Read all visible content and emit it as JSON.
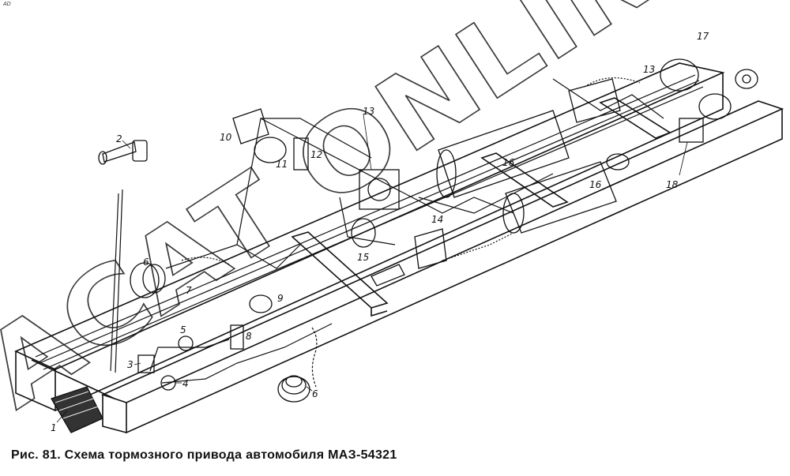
{
  "corner_mark": "AD",
  "caption": "Рис. 81. Схема тормозного привода автомобиля МАЗ-54321",
  "watermark": "ACAT ONLINE",
  "callouts": [
    {
      "id": "c1",
      "text": "1"
    },
    {
      "id": "c2",
      "text": "2"
    },
    {
      "id": "c3",
      "text": "3"
    },
    {
      "id": "c4",
      "text": "4"
    },
    {
      "id": "c5",
      "text": "5"
    },
    {
      "id": "c6a",
      "text": "6"
    },
    {
      "id": "c6b",
      "text": "6"
    },
    {
      "id": "c7",
      "text": "7"
    },
    {
      "id": "c8",
      "text": "8"
    },
    {
      "id": "c9",
      "text": "9"
    },
    {
      "id": "c10",
      "text": "10"
    },
    {
      "id": "c11",
      "text": "11"
    },
    {
      "id": "c12",
      "text": "12"
    },
    {
      "id": "c13a",
      "text": "13"
    },
    {
      "id": "c13b",
      "text": "13"
    },
    {
      "id": "c14",
      "text": "14"
    },
    {
      "id": "c15",
      "text": "15"
    },
    {
      "id": "c16a",
      "text": "16"
    },
    {
      "id": "c16b",
      "text": "16"
    },
    {
      "id": "c17",
      "text": "17"
    },
    {
      "id": "c18",
      "text": "18"
    }
  ]
}
